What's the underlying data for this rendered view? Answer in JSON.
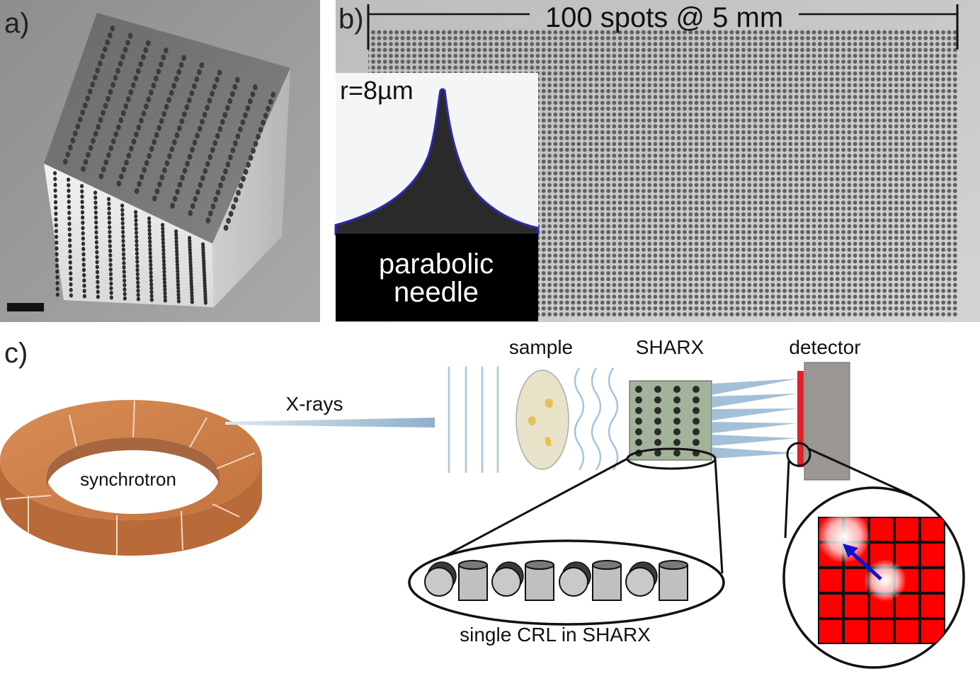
{
  "panels": {
    "a": {
      "label": "a)"
    },
    "b": {
      "label": "b)",
      "scale_text": "100 spots @ 5 mm",
      "inset_radius": "r=8µm",
      "inset_caption_line1": "parabolic",
      "inset_caption_line2": "needle"
    },
    "c": {
      "label": "c)",
      "synchrotron": "synchrotron",
      "xrays": "X-rays",
      "sample": "sample",
      "sharx": "SHARX",
      "detector": "detector",
      "crl_caption": "single CRL in SHARX"
    }
  },
  "colors": {
    "ring": "#c87a45",
    "ring_dark": "#a85f33",
    "beam": "#a9c4da",
    "sharx_bg": "#a3b39a",
    "detector": "#9b9893",
    "detector_front": "#e0202a",
    "pixel_red": "#ff0000",
    "arrow": "#1010d0"
  },
  "icons": {
    "ring": "synchrotron-ring-icon",
    "sample": "sample-ellipse-icon",
    "lens": "lens-cylinder-icon",
    "pixel_grid": "detector-pixel-grid-icon"
  }
}
